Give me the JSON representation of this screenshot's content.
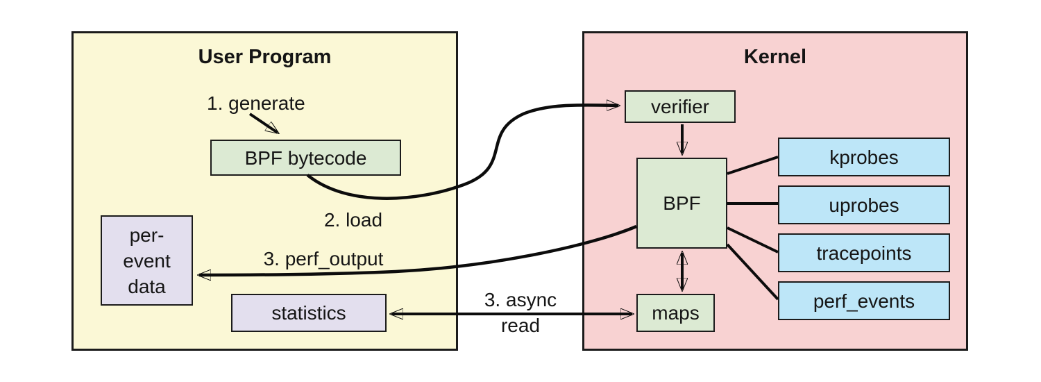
{
  "diagram": {
    "containers": {
      "user_program": {
        "title": "User Program"
      },
      "kernel": {
        "title": "Kernel"
      }
    },
    "nodes": {
      "bpf_bytecode": {
        "label": "BPF bytecode"
      },
      "per_event_data": {
        "label": "per-\nevent\ndata"
      },
      "statistics": {
        "label": "statistics"
      },
      "verifier": {
        "label": "verifier"
      },
      "bpf": {
        "label": "BPF"
      },
      "maps": {
        "label": "maps"
      },
      "kprobes": {
        "label": "kprobes"
      },
      "uprobes": {
        "label": "uprobes"
      },
      "tracepoints": {
        "label": "tracepoints"
      },
      "perf_events": {
        "label": "perf_events"
      }
    },
    "edge_labels": {
      "generate": "1. generate",
      "load": "2. load",
      "perf_output": "3. perf_output",
      "async_read": "3. async\nread"
    },
    "colors": {
      "user_program_bg": "#fbf8d6",
      "kernel_bg": "#f8d2d2",
      "process_box_bg": "#dcead3",
      "event_source_box_bg": "#bde6f8",
      "data_box_bg": "#e3dfee",
      "line": "#0c0c0c"
    }
  }
}
